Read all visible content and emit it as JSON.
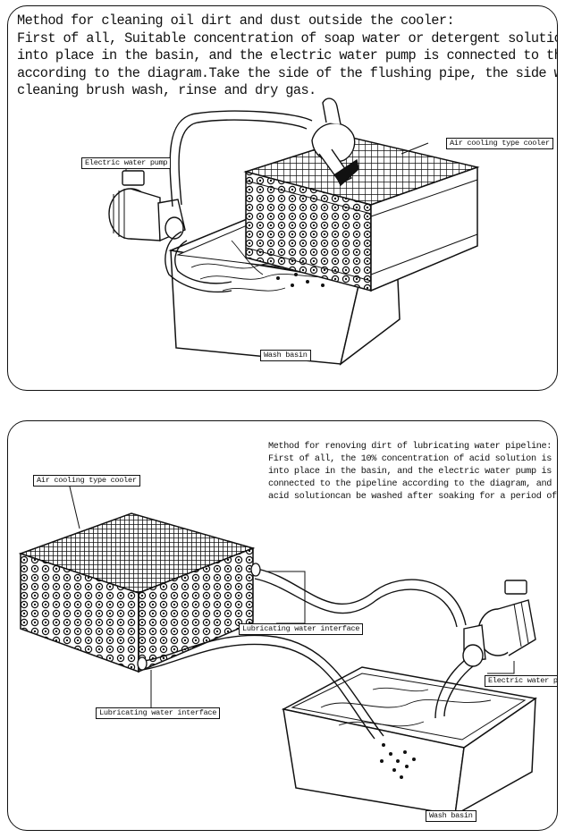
{
  "panel_top": {
    "description_lines": [
      "Method for cleaning oil dirt and dust outside the cooler:",
      "First of all, Suitable concentration of soap water or detergent solution is put",
      "into place in the basin, and the electric water pump is connected to the pipeline",
      "according to the diagram.Take the side of the flushing pipe, the side with the",
      "cleaning brush wash, rinse and dry gas."
    ],
    "labels": {
      "electric_water_pump": "Electric water pump",
      "air_cooling_type_cooler": "Air cooling type cooler",
      "wash_basin": "Wash basin"
    }
  },
  "panel_bottom": {
    "description_lines": [
      "Method for renoving dirt of lubricating water pipeline:",
      "First of all, the 10% concentration of acid solution is put",
      "into place in the basin, and the electric water pump is",
      "connected to the pipeline according to the diagram, and the",
      "acid solutioncan be washed after soaking for a period of time."
    ],
    "labels": {
      "air_cooling_type_cooler": "Air cooling type cooler",
      "lubricating_water_interface_upper": "Lubricating water interface",
      "lubricating_water_interface_lower": "Lubricating water interface",
      "electric_water_pump": "Electric water pump",
      "wash_basin": "Wash basin"
    }
  }
}
